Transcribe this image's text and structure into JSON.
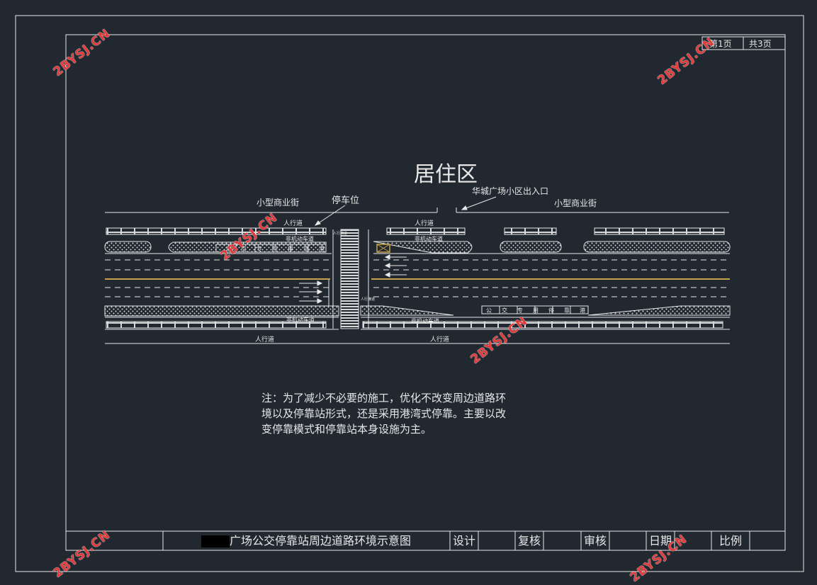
{
  "header": {
    "page_current": "第1页",
    "page_total": "共3页"
  },
  "diagram": {
    "title": "居住区",
    "label_street_left": "小型商业街",
    "label_street_right": "小型商业街",
    "label_parking": "停车位",
    "label_entrance": "华城广场小区出入口",
    "label_sidewalk": "人行道",
    "label_nonmotor": "非机动车道",
    "label_busstop_left": "公交专用停靠港",
    "label_busstop_right": "公交专用停靠港",
    "label_crossing_top": "人行横道",
    "label_crossing_bottom": "人行横道",
    "lane_color": "#c8a24a"
  },
  "note": {
    "line1": "注：为了减少不必要的施工，优化不改变周边道路环",
    "line2": "境以及停靠站形式，还是采用港湾式停靠。主要以改",
    "line3": "变停靠模式和停靠站本身设施为主。"
  },
  "title_block": {
    "drawing_title": "广场公交停靠站周边道路环境示意图",
    "design": "设计",
    "review": "复核",
    "audit": "审核",
    "date": "日期",
    "scale": "比例"
  },
  "watermark": {
    "text": "2BYSJ.CN",
    "color": "#e23a3a"
  }
}
